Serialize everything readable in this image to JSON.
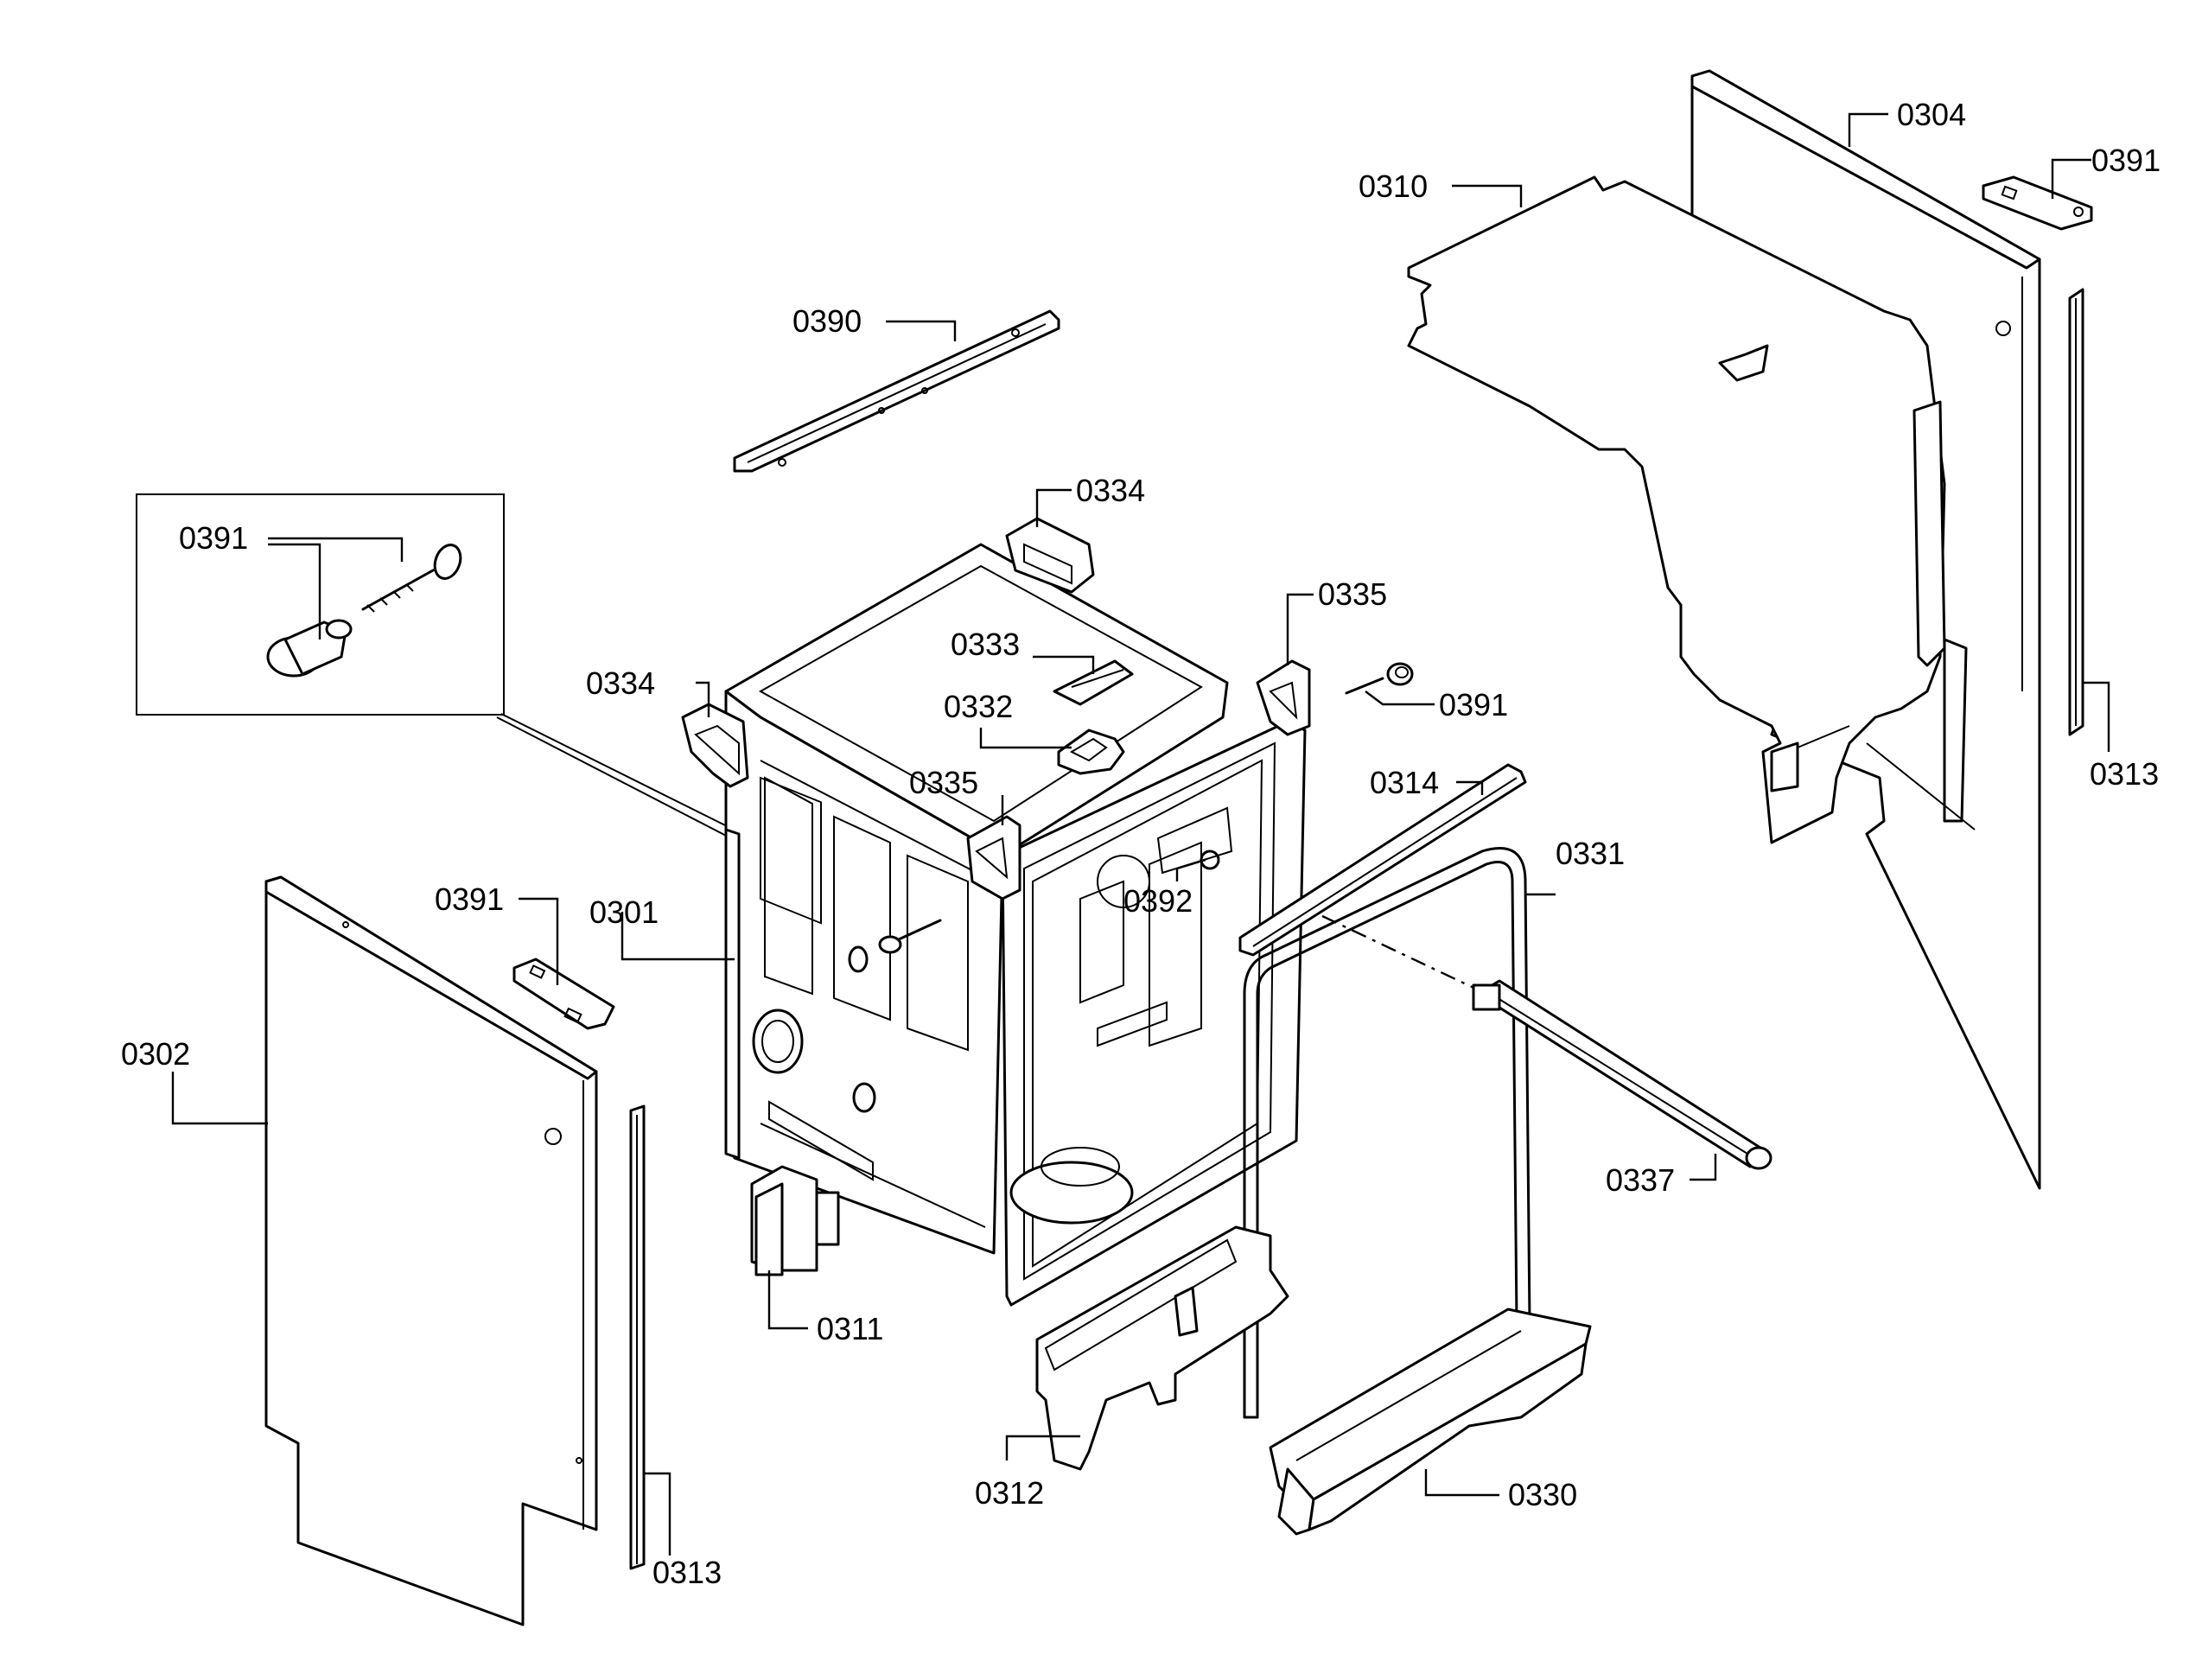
{
  "diagram": {
    "callouts": {
      "c0304": "0304",
      "c0391_tr": "0391",
      "c0310": "0310",
      "c0313_r": "0313",
      "c0390": "0390",
      "c0334_top": "0334",
      "c0391_inset": "0391",
      "c0335_r": "0335",
      "c0333": "0333",
      "c0334_left": "0334",
      "c0332": "0332",
      "c0391_mid": "0391",
      "c0335_mid": "0335",
      "c0314": "0314",
      "c0331": "0331",
      "c0392": "0392",
      "c0391_left": "0391",
      "c0301": "0301",
      "c0302": "0302",
      "c0337": "0337",
      "c0311": "0311",
      "c0312": "0312",
      "c0330": "0330",
      "c0313_bottom": "0313"
    }
  }
}
